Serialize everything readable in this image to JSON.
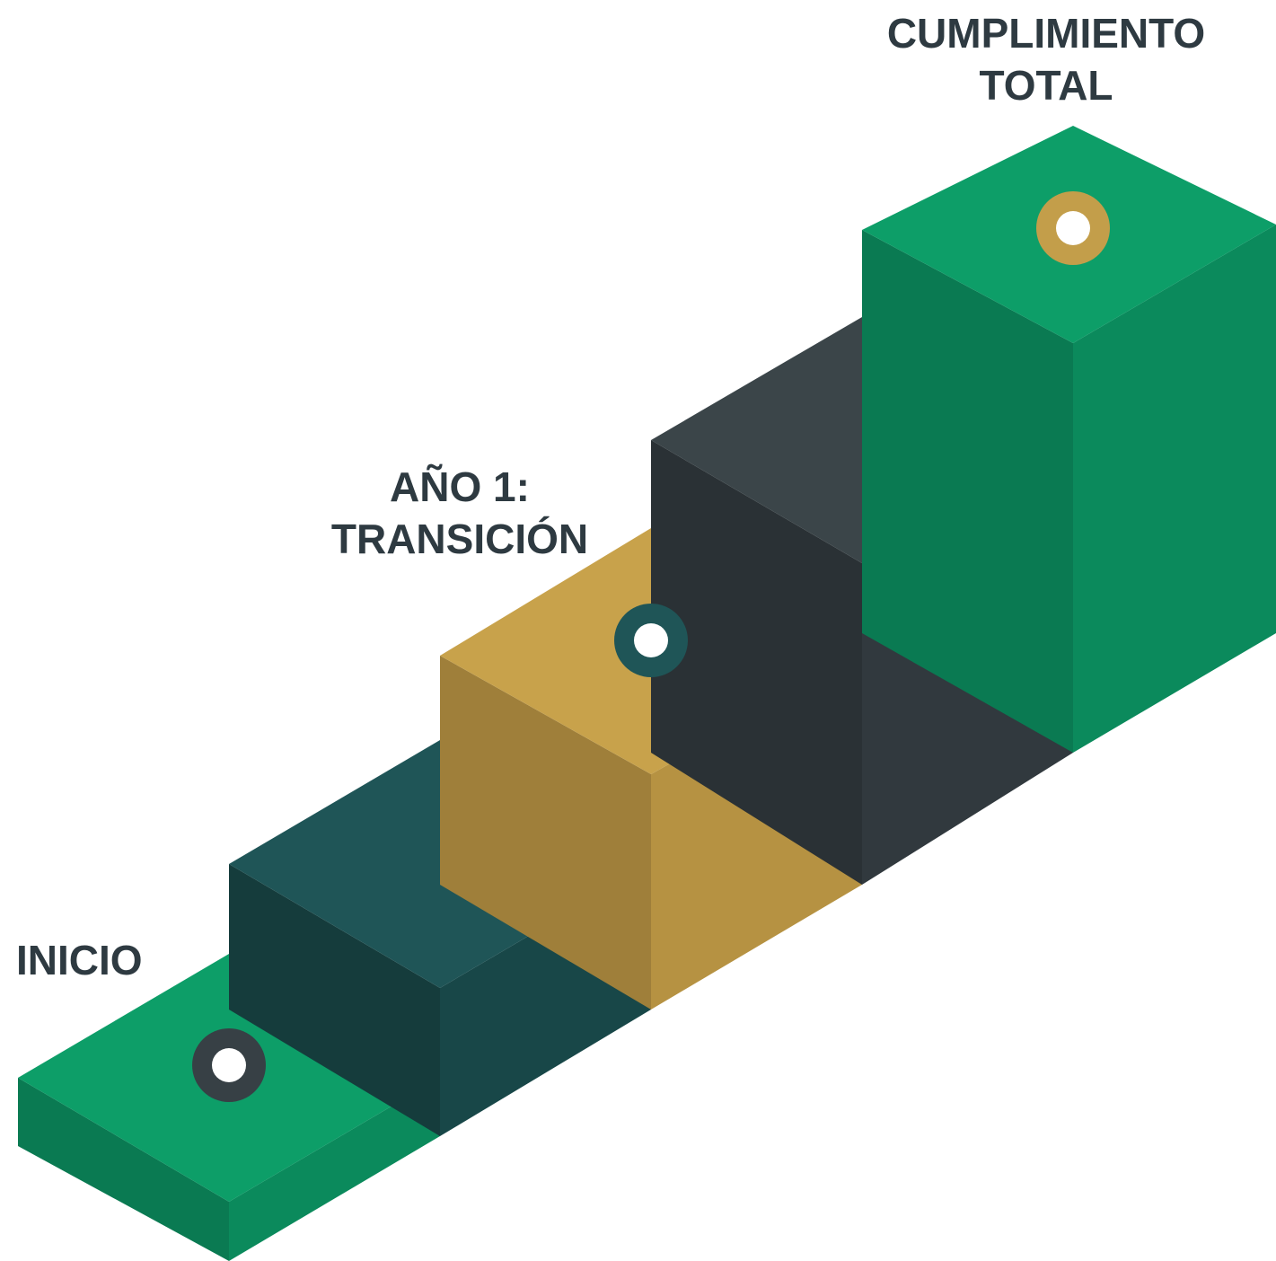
{
  "labels": {
    "start": "INICIO",
    "year1_line1": "AÑO 1:",
    "year1_line2": "TRANSICIÓN",
    "total_line1": "CUMPLIMIENTO",
    "total_line2": "TOTAL"
  },
  "steps": [
    {
      "name": "step-1",
      "color": "green",
      "marker": true,
      "marker_ring": "charcoal"
    },
    {
      "name": "step-2",
      "color": "teal",
      "marker": false
    },
    {
      "name": "step-3",
      "color": "gold",
      "marker": true,
      "marker_ring": "teal"
    },
    {
      "name": "step-4",
      "color": "charcoal",
      "marker": false
    },
    {
      "name": "step-5",
      "color": "green",
      "marker": true,
      "marker_ring": "gold"
    }
  ],
  "palette": {
    "green": {
      "top": "#0d9e68",
      "left": "#0a7a52",
      "right": "#0b8a5c"
    },
    "teal": {
      "top": "#1f5557",
      "left": "#153c3c",
      "right": "#184748"
    },
    "gold": {
      "top": "#c8a24b",
      "left": "#9f7f3a",
      "right": "#b69242"
    },
    "charcoal": {
      "top": "#3b4549",
      "left": "#2a3135",
      "right": "#31393e"
    },
    "ring": {
      "charcoal": "#374045",
      "teal": "#1f5557",
      "gold": "#c39e4a"
    },
    "text": "#2e3a41",
    "background": "#ffffff"
  }
}
